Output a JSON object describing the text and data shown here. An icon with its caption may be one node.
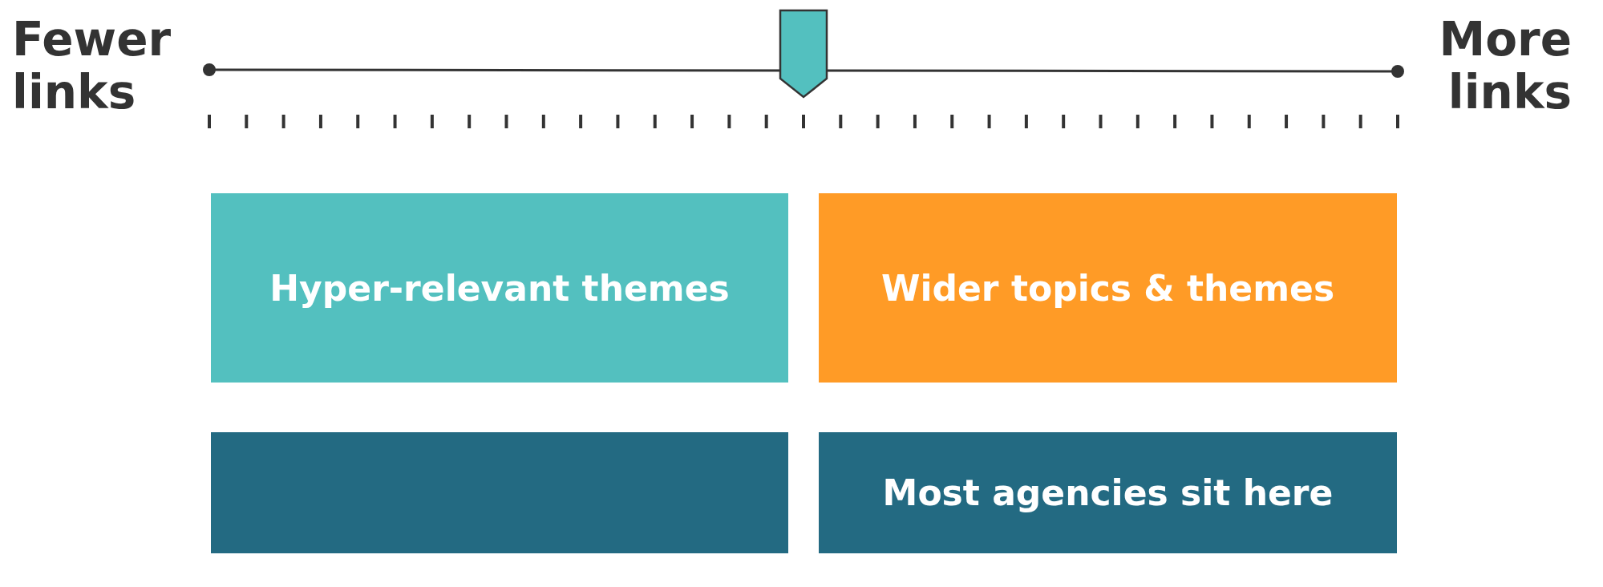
{
  "diagram": {
    "nodes": [
      {
        "text": [
          "Hyper-relevant themes"
        ]
      },
      {
        "text": [
          "Wider topics & themes"
        ]
      },
      {
        "text": [],
        "shape": "box"
      },
      {
        "text": [
          "Most agencies sit here"
        ]
      }
    ],
    "edges": [],
    "labels": [
      "Fewer links",
      "More links"
    ]
  }
}
